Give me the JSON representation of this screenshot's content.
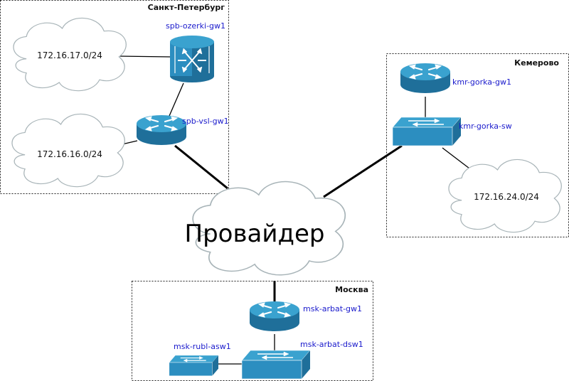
{
  "regions": {
    "spb": "Санкт-Петербург",
    "kmr": "Кемерово",
    "msk": "Москва"
  },
  "devices": {
    "spb_ozerki_gw1": "spb-ozerki-gw1",
    "spb_vsl_gw1": "spb-vsl-gw1",
    "kmr_gorka_gw1": "kmr-gorka-gw1",
    "kmr_gorka_sw": "kmr-gorka-sw",
    "msk_arbat_gw1": "msk-arbat-gw1",
    "msk_arbat_dsw1": "msk-arbat-dsw1",
    "msk_rubl_asw1": "msk-rubl-asw1"
  },
  "networks": {
    "net_17": "172.16.17.0/24",
    "net_16": "172.16.16.0/24",
    "net_24": "172.16.24.0/24"
  },
  "isp": "Провайдер",
  "colors": {
    "device_top": "#3aa2cf",
    "device_side": "#1f6f9a",
    "device_label": "#1a1acc"
  },
  "icons": {
    "router": "router-icon",
    "switch": "switch-icon",
    "core_switch": "multilayer-switch-icon",
    "cloud": "cloud-icon"
  }
}
